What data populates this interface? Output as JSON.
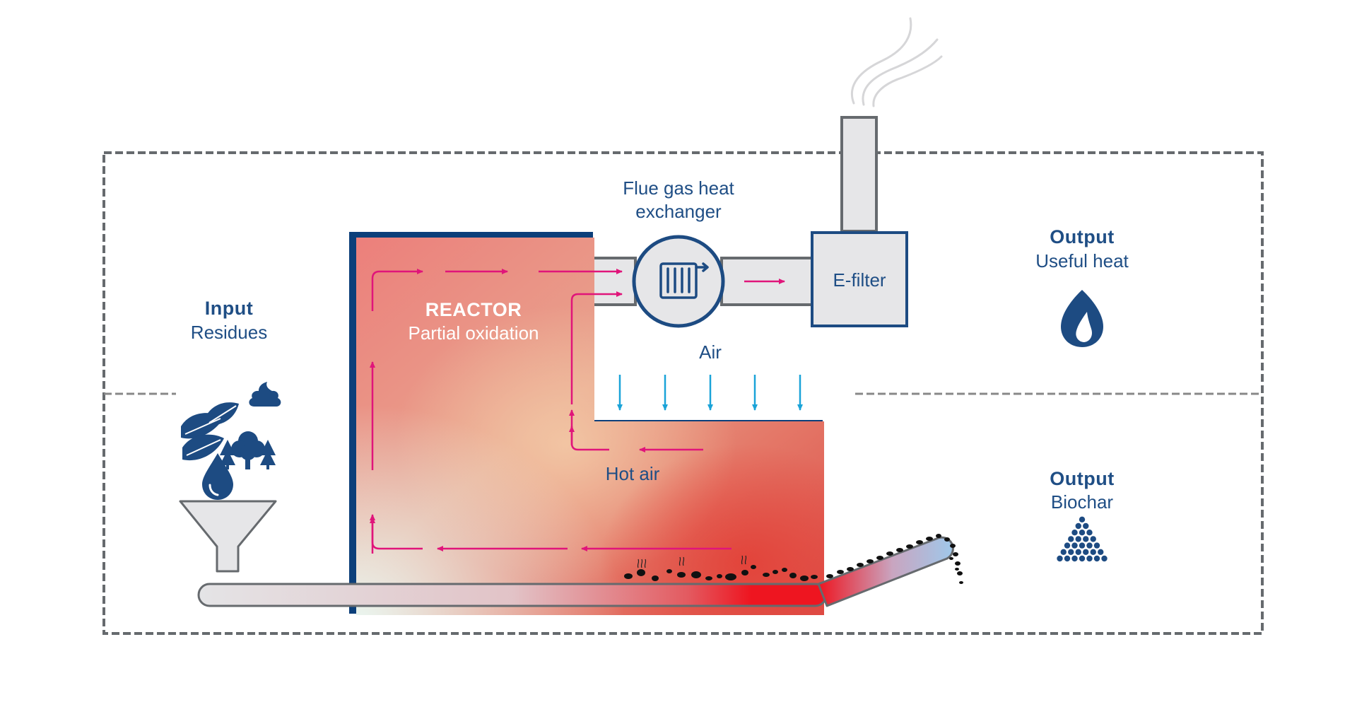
{
  "input": {
    "title": "Input",
    "subtitle": "Residues"
  },
  "reactor": {
    "title": "REACTOR",
    "subtitle": "Partial oxidation"
  },
  "heat_exchanger": {
    "line1": "Flue gas heat",
    "line2": "exchanger"
  },
  "e_filter": {
    "label": "E-filter"
  },
  "air": {
    "label": "Air"
  },
  "hot_air": {
    "label": "Hot air"
  },
  "output_heat": {
    "title": "Output",
    "subtitle": "Useful heat"
  },
  "output_biochar": {
    "title": "Output",
    "subtitle": "Biochar"
  },
  "colors": {
    "navy": "#1d4b82",
    "reactor_border": "#0c3f7a",
    "flow_arrow": "#e0157a",
    "air_arrow": "#1aa3d8",
    "pipe_gray": "#e6e6e8",
    "outline_gray": "#666a6e"
  },
  "icons": [
    "leaves-icon",
    "poop-icon",
    "trees-icon",
    "water-drop-icon",
    "funnel-icon",
    "radiator-icon",
    "flame-icon",
    "biochar-pile-icon",
    "smoke-icon"
  ]
}
